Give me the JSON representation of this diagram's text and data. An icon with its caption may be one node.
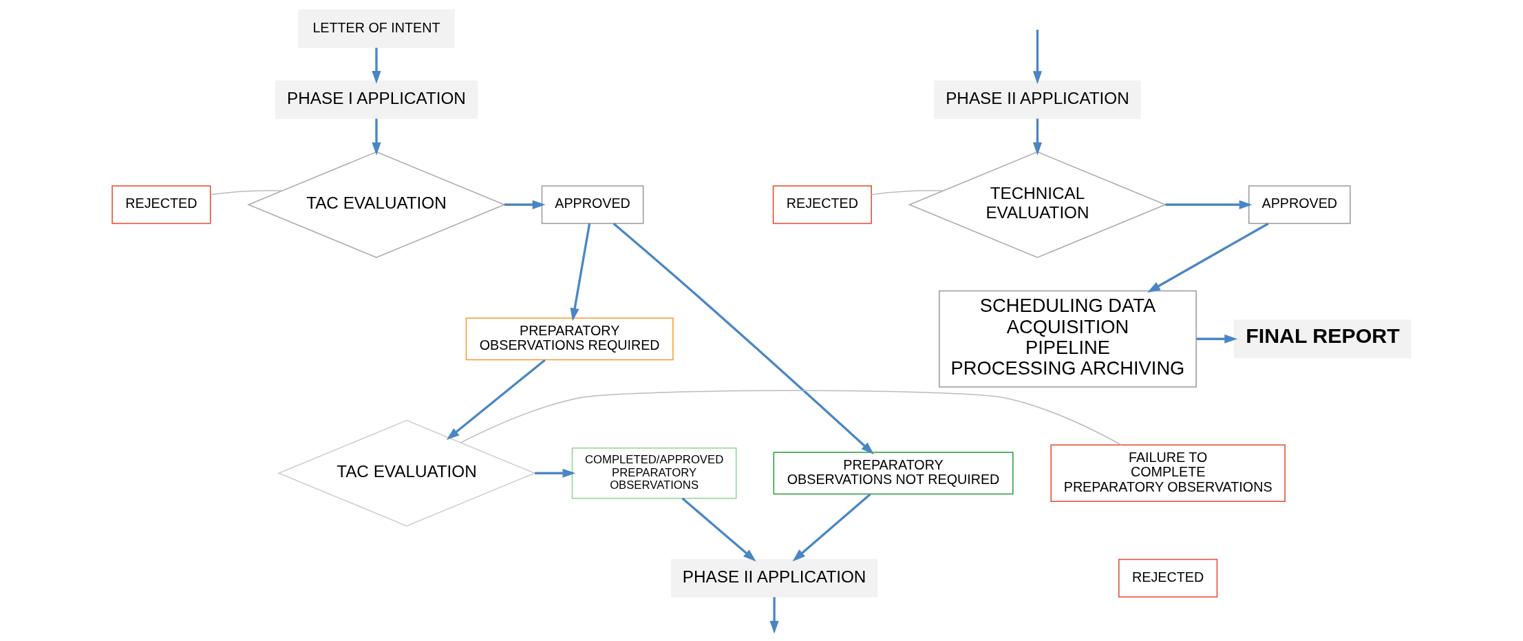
{
  "diagram": {
    "nodes": [
      {
        "text": [
          "LETTER OF INTENT"
        ]
      },
      {
        "text": [
          "PHASE I APPLICATION"
        ]
      },
      {
        "text": [
          "TAC EVALUATION"
        ]
      },
      {
        "text": [
          "REJECTED"
        ]
      },
      {
        "text": [
          "APPROVED"
        ]
      },
      {
        "text": [
          "PREPARATORY OBSERVATIONS REQUIRED"
        ]
      },
      {
        "text": [
          "PREPARATORY OBSERVATIONS NOT REQUIRED"
        ]
      },
      {
        "text": [
          "FAILURE TO COMPLETE PREPARATORY OBSERVATIONS"
        ]
      },
      {
        "text": [
          "TAC EVALUATION"
        ]
      },
      {
        "text": [
          "COMPLETED/APPROVED PREPARATORY OBSERVATIONS"
        ]
      },
      {
        "text": [
          "REJECTED"
        ]
      },
      {
        "text": [
          "PHASE II APPLICATION"
        ]
      },
      {
        "text": [
          "PHASE II APPLICATION"
        ]
      },
      {
        "text": [
          "TECHNICAL EVALUATION"
        ]
      },
      {
        "text": [
          "REJECTED"
        ]
      },
      {
        "text": [
          "APPROVED"
        ]
      },
      {
        "text": [
          "SCHEDULING DATA ACQUISITION PIPELINE PROCESSING ARCHIVING"
        ]
      },
      {
        "text": [
          "FINAL REPORT"
        ]
      }
    ],
    "edges": [
      {
        "from": 0,
        "to": 1,
        "arrow": "to"
      },
      {
        "from": 1,
        "to": 2,
        "arrow": "to"
      },
      {
        "from": 2,
        "to": 3,
        "arrow": "none",
        "color": "#bbbbbb"
      },
      {
        "from": 2,
        "to": 4,
        "arrow": "to"
      },
      {
        "from": 4,
        "to": 5,
        "arrow": "to"
      },
      {
        "from": 4,
        "to": 6,
        "arrow": "to"
      },
      {
        "from": 5,
        "to": 8,
        "arrow": "to"
      },
      {
        "from": 8,
        "to": 7,
        "arrow": "none",
        "color": "#bbbbbb"
      },
      {
        "from": 8,
        "to": 9,
        "arrow": "to"
      },
      {
        "from": 9,
        "to": 11,
        "arrow": "to"
      },
      {
        "from": 6,
        "to": 11,
        "arrow": "to"
      },
      {
        "from": 11,
        "to": null,
        "arrow": "to"
      },
      {
        "from": null,
        "to": 12,
        "arrow": "to"
      },
      {
        "from": 12,
        "to": 13,
        "arrow": "to"
      },
      {
        "from": 13,
        "to": 14,
        "arrow": "none",
        "color": "#bbbbbb"
      },
      {
        "from": 13,
        "to": 15,
        "arrow": "to"
      },
      {
        "from": 15,
        "to": 16,
        "arrow": "to"
      },
      {
        "from": 16,
        "to": 17,
        "arrow": "to"
      }
    ]
  }
}
